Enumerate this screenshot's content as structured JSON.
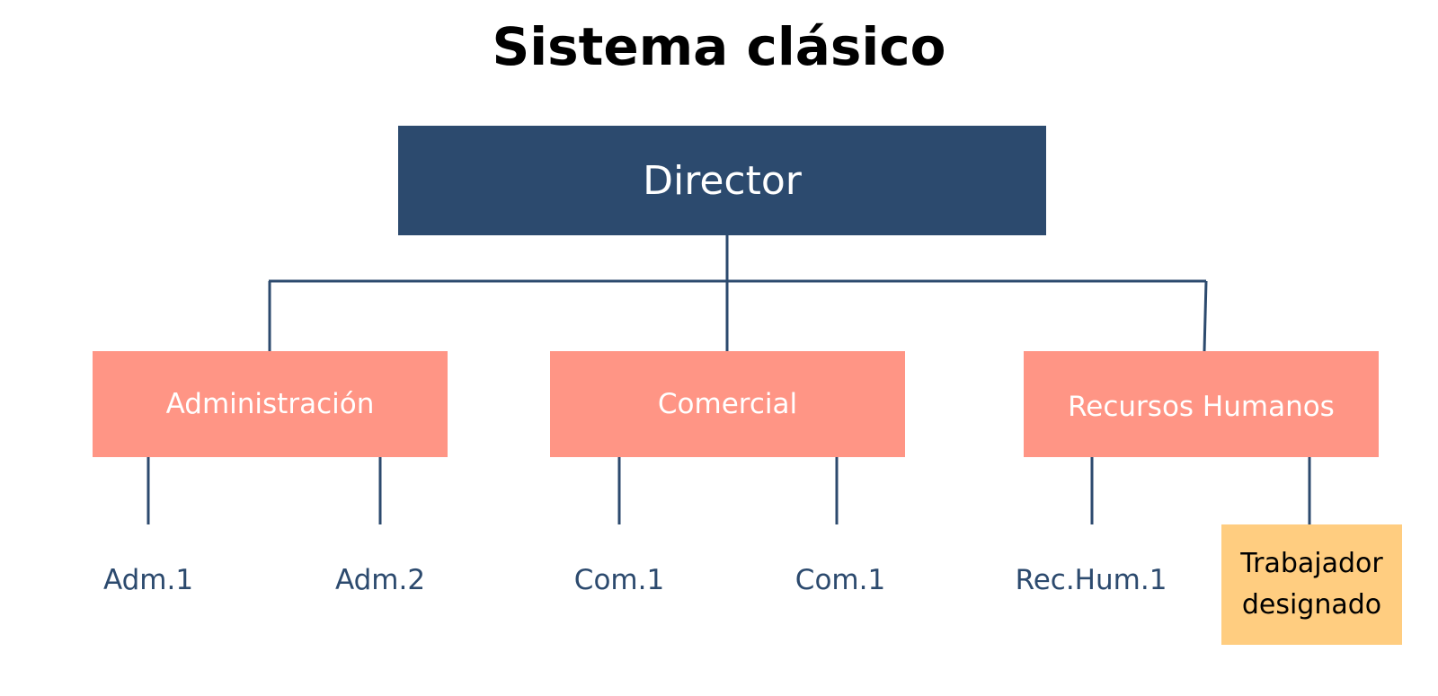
{
  "title": "Sistema clásico",
  "colors": {
    "director_fill": "#2c4a6e",
    "dept_fill": "#ff9585",
    "designated_fill": "#ffcd80",
    "line": "#2c4a6e",
    "worker_text": "#2c4a6e",
    "white_text": "#ffffff",
    "dark_text": "#000000"
  },
  "director": {
    "label": "Director"
  },
  "departments": [
    {
      "label": "Administración"
    },
    {
      "label": "Comercial"
    },
    {
      "label": "Recursos Humanos"
    }
  ],
  "workers": [
    {
      "label": "Adm.1"
    },
    {
      "label": "Adm.2"
    },
    {
      "label": "Com.1"
    },
    {
      "label": "Com.1"
    },
    {
      "label": "Rec.Hum.1"
    }
  ],
  "designated": {
    "label": "Trabajador designado"
  }
}
